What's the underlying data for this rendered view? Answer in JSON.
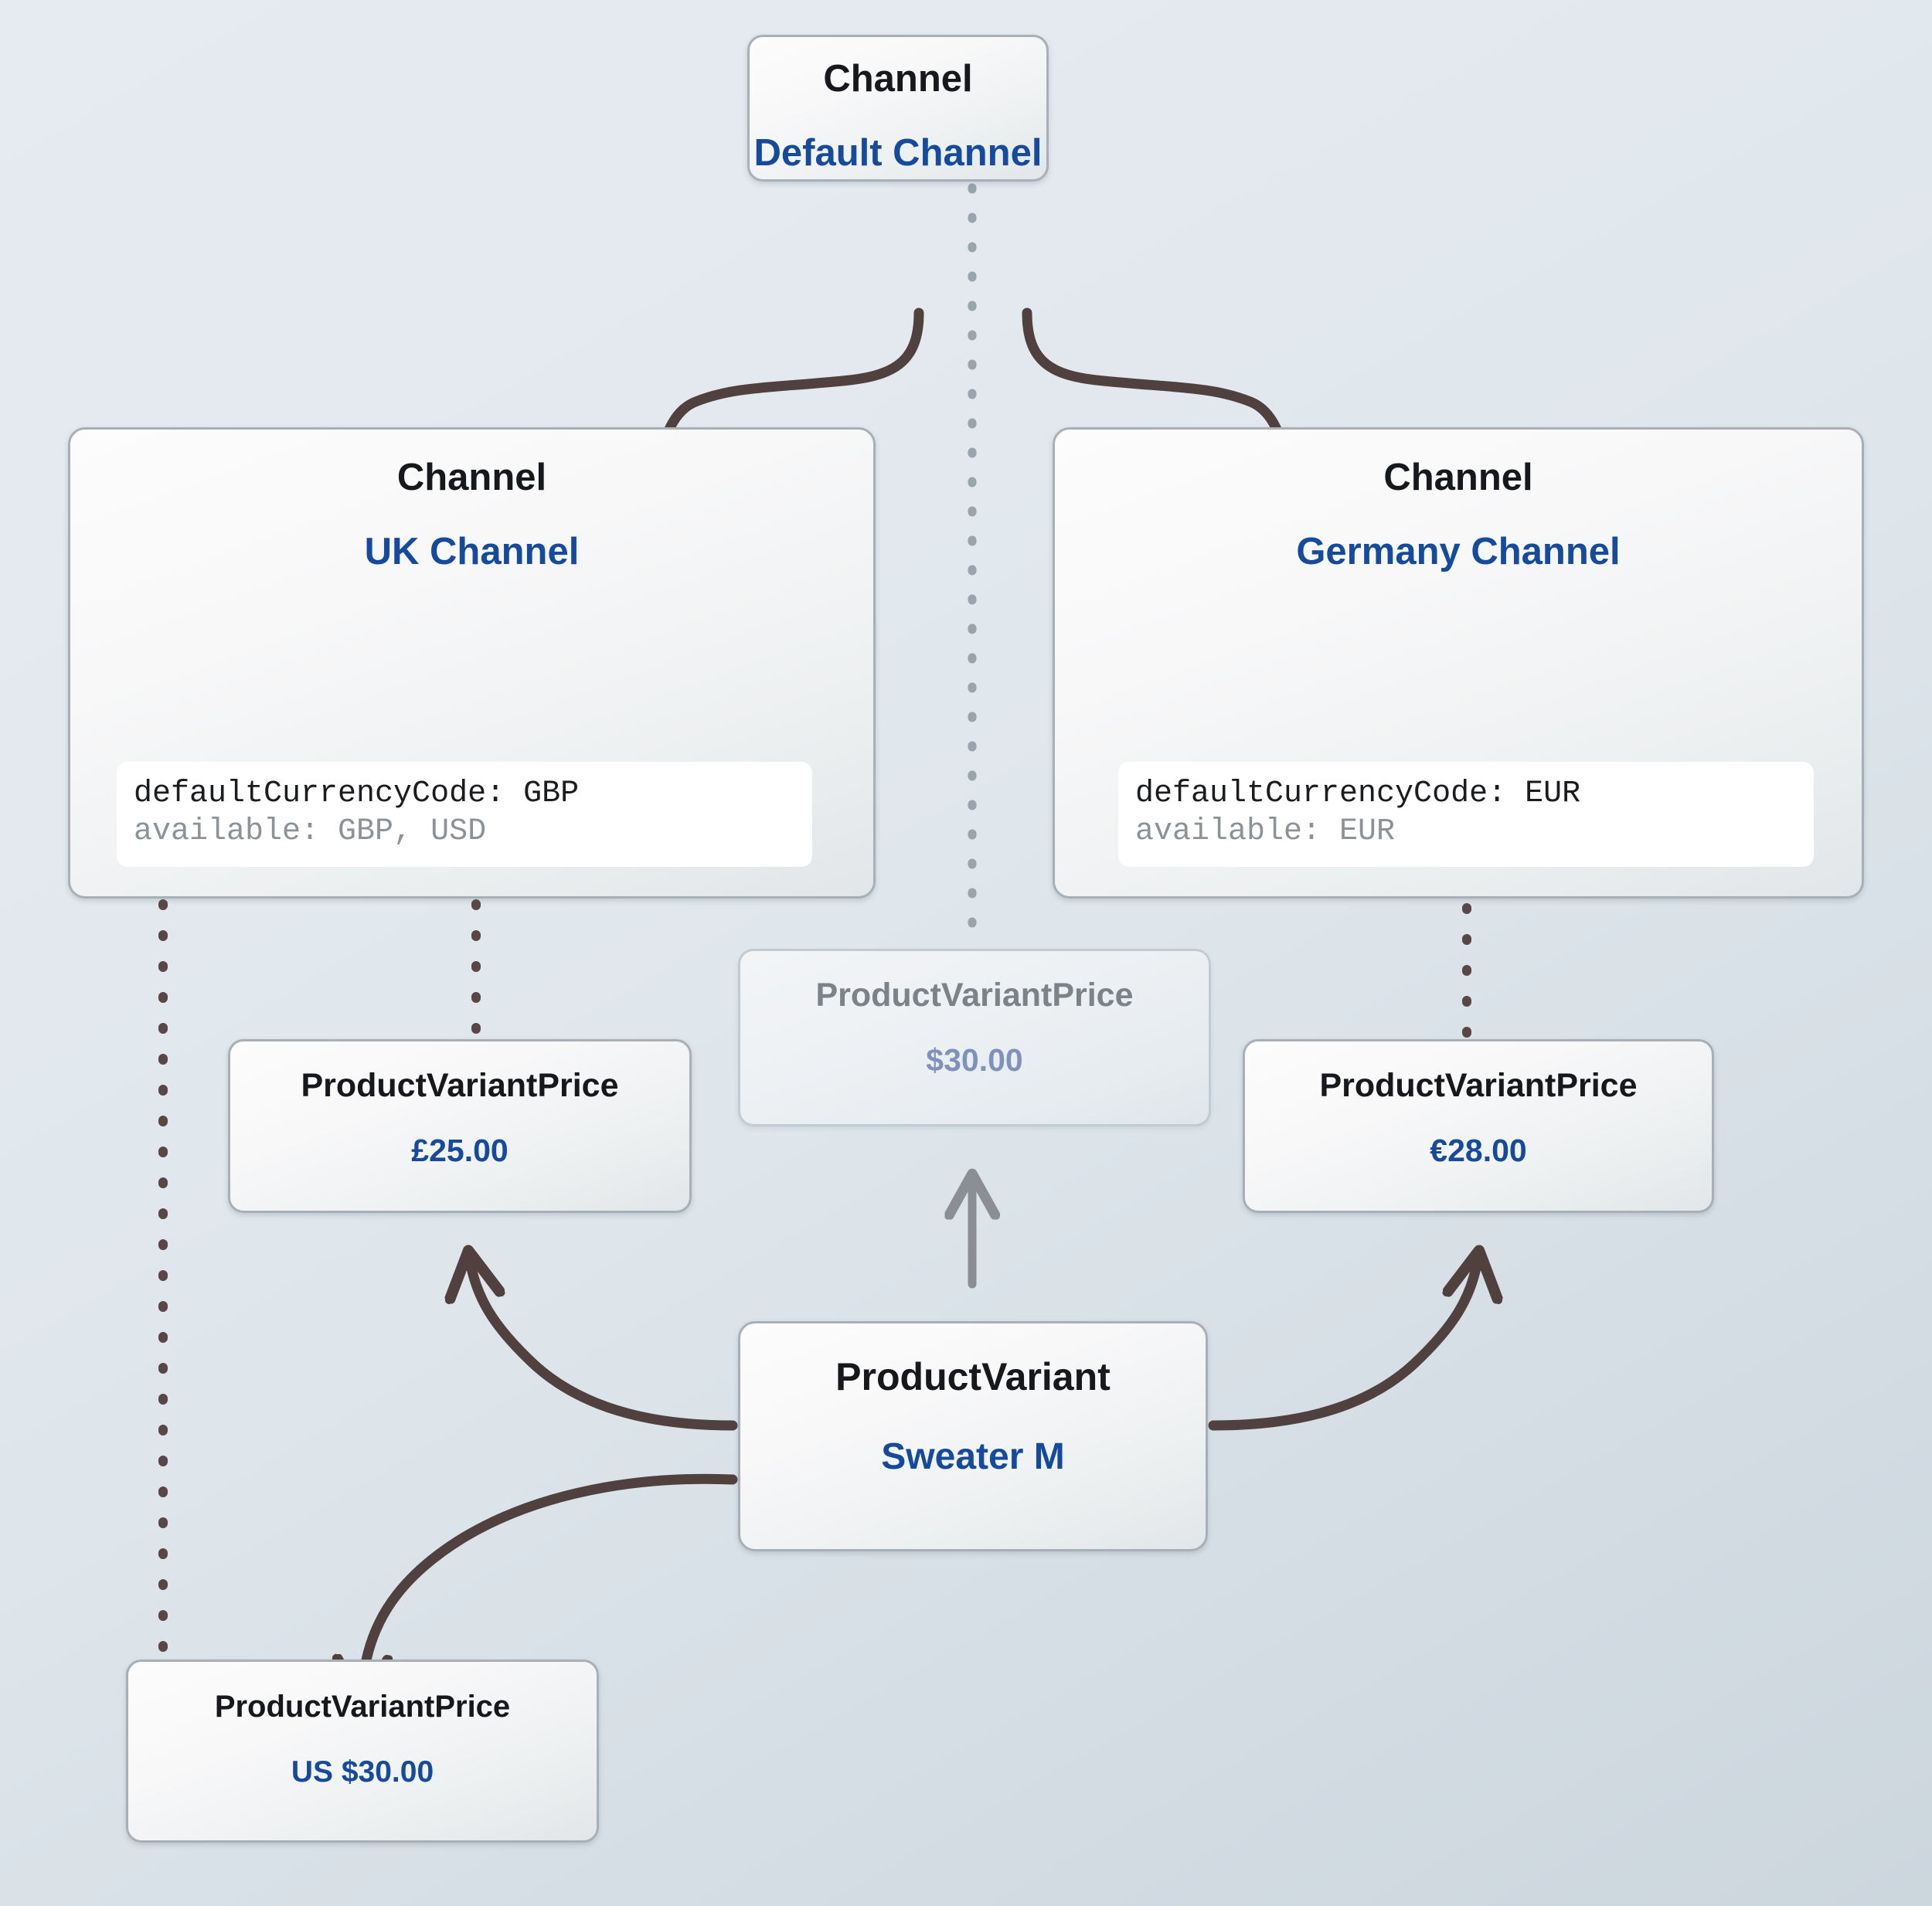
{
  "diagram": {
    "title_nodes": {
      "default_channel": {
        "type": "Channel",
        "name": "Default Channel"
      },
      "uk_channel": {
        "type": "Channel",
        "name": "UK Channel",
        "attributes": {
          "default_currency_line": "defaultCurrencyCode: GBP",
          "available_line": "available: GBP, USD"
        }
      },
      "germany_channel": {
        "type": "Channel",
        "name": "Germany Channel",
        "attributes": {
          "default_currency_line": "defaultCurrencyCode: EUR",
          "available_line": "available: EUR"
        }
      },
      "price_gbp": {
        "type": "ProductVariantPrice",
        "value": "£25.00"
      },
      "price_usd_ghost": {
        "type": "ProductVariantPrice",
        "value": "$30.00"
      },
      "price_eur": {
        "type": "ProductVariantPrice",
        "value": "€28.00"
      },
      "price_us30": {
        "type": "ProductVariantPrice",
        "value": "US $30.00"
      },
      "product_variant": {
        "type": "ProductVariant",
        "name": "Sweater M"
      }
    },
    "colors": {
      "node_border": "#a6b0b6",
      "node_type_text": "#16181c",
      "node_label_text": "#154a9c",
      "ghost_type_text": "#7b8288",
      "ghost_label_text": "#7e92bc",
      "arrow_solid": "#50403e",
      "arrow_muted": "#8b8f94",
      "dotted_dark": "#5a4745",
      "dotted_muted": "#9aa4ac",
      "attr_default_text": "#1a1c20",
      "attr_available_text": "#8d9296",
      "background_top_left": "#e6ebf1",
      "background_bottom_right": "#ccd6dd"
    },
    "edges": [
      {
        "name": "default-to-uk",
        "style": "solid-curved-arrow",
        "from": "default_channel",
        "to": "uk_channel"
      },
      {
        "name": "default-to-germany",
        "style": "solid-curved-arrow",
        "from": "default_channel",
        "to": "germany_channel"
      },
      {
        "name": "default-channel-dotted-spine",
        "style": "dotted-muted",
        "from": "default_channel",
        "to": "price_usd_ghost"
      },
      {
        "name": "uk-channel-to-price-gbp",
        "style": "dotted-dark",
        "from": "uk_channel",
        "to": "price_gbp"
      },
      {
        "name": "uk-channel-to-price-us30",
        "style": "dotted-dark",
        "from": "uk_channel",
        "to": "price_us30"
      },
      {
        "name": "germany-channel-to-price-eur",
        "style": "dotted-dark",
        "from": "germany_channel",
        "to": "price_eur"
      },
      {
        "name": "variant-to-price-gbp",
        "style": "solid-curved-arrow",
        "from": "product_variant",
        "to": "price_gbp"
      },
      {
        "name": "variant-to-price-eur",
        "style": "solid-curved-arrow",
        "from": "product_variant",
        "to": "price_eur"
      },
      {
        "name": "variant-to-price-us30",
        "style": "solid-curved-arrow",
        "from": "product_variant",
        "to": "price_us30"
      },
      {
        "name": "variant-to-price-usd-ghost",
        "style": "straight-muted-arrow",
        "from": "product_variant",
        "to": "price_usd_ghost"
      }
    ]
  }
}
